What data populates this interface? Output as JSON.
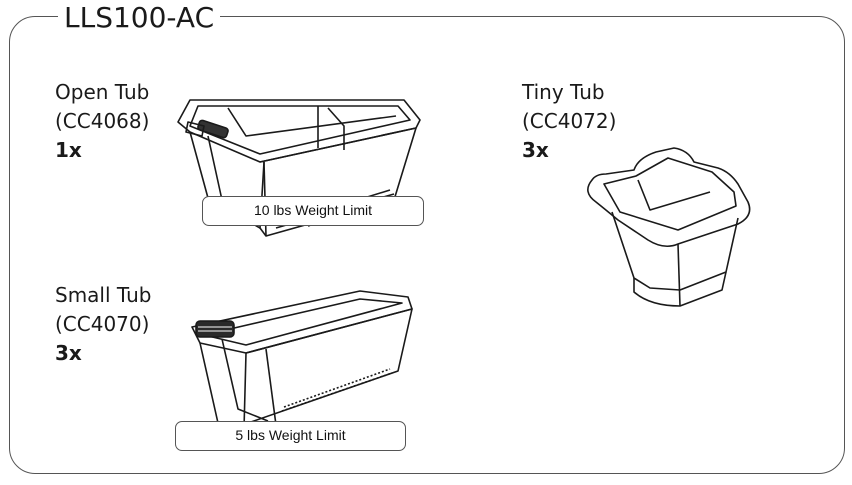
{
  "kit": {
    "title": "LLS100-AC"
  },
  "items": [
    {
      "name": "Open Tub",
      "code": "(CC4068)",
      "qty": "1x",
      "limit": "10 lbs Weight Limit"
    },
    {
      "name": "Small Tub",
      "code": "(CC4070)",
      "qty": "3x",
      "limit": "5 lbs Weight Limit"
    },
    {
      "name": "Tiny Tub",
      "code": "(CC4072)",
      "qty": "3x"
    }
  ]
}
